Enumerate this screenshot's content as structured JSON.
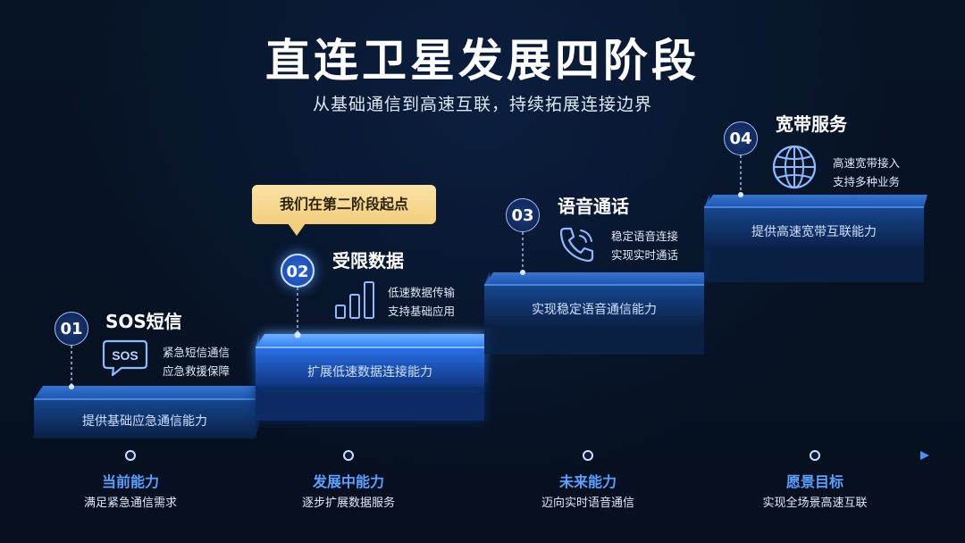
{
  "title": "直连卫星发展四阶段",
  "subtitle": "从基础通信到高速互联，持续拓展连接边界",
  "callout": "我们在第二阶段起点",
  "stages": [
    {
      "number": "01",
      "title": "SOS短信",
      "icon": "sos-chat-icon",
      "desc_line1": "紧急短信通信",
      "desc_line2": "应急救援保障",
      "step_label": "提供基础应急通信能力"
    },
    {
      "number": "02",
      "title": "受限数据",
      "icon": "bar-chart-icon",
      "desc_line1": "低速数据传输",
      "desc_line2": "支持基础应用",
      "step_label": "扩展低速数据连接能力"
    },
    {
      "number": "03",
      "title": "语音通话",
      "icon": "phone-icon",
      "desc_line1": "稳定语音连接",
      "desc_line2": "实现实时通话",
      "step_label": "实现稳定语音通信能力"
    },
    {
      "number": "04",
      "title": "宽带服务",
      "icon": "globe-icon",
      "desc_line1": "高速宽带接入",
      "desc_line2": "支持多种业务",
      "step_label": "提供高速宽带互联能力"
    }
  ],
  "timeline": [
    {
      "label": "当前能力",
      "sub": "满足紧急通信需求"
    },
    {
      "label": "发展中能力",
      "sub": "逐步扩展数据服务"
    },
    {
      "label": "未来能力",
      "sub": "迈向实时语音通信"
    },
    {
      "label": "愿景目标",
      "sub": "实现全场景高速互联"
    }
  ],
  "colors": {
    "accent": "#5ba0ff",
    "active_step": "#1f5fd6",
    "step": "#123c7a",
    "callout": "#f2cf7d",
    "background": "#06101f"
  }
}
